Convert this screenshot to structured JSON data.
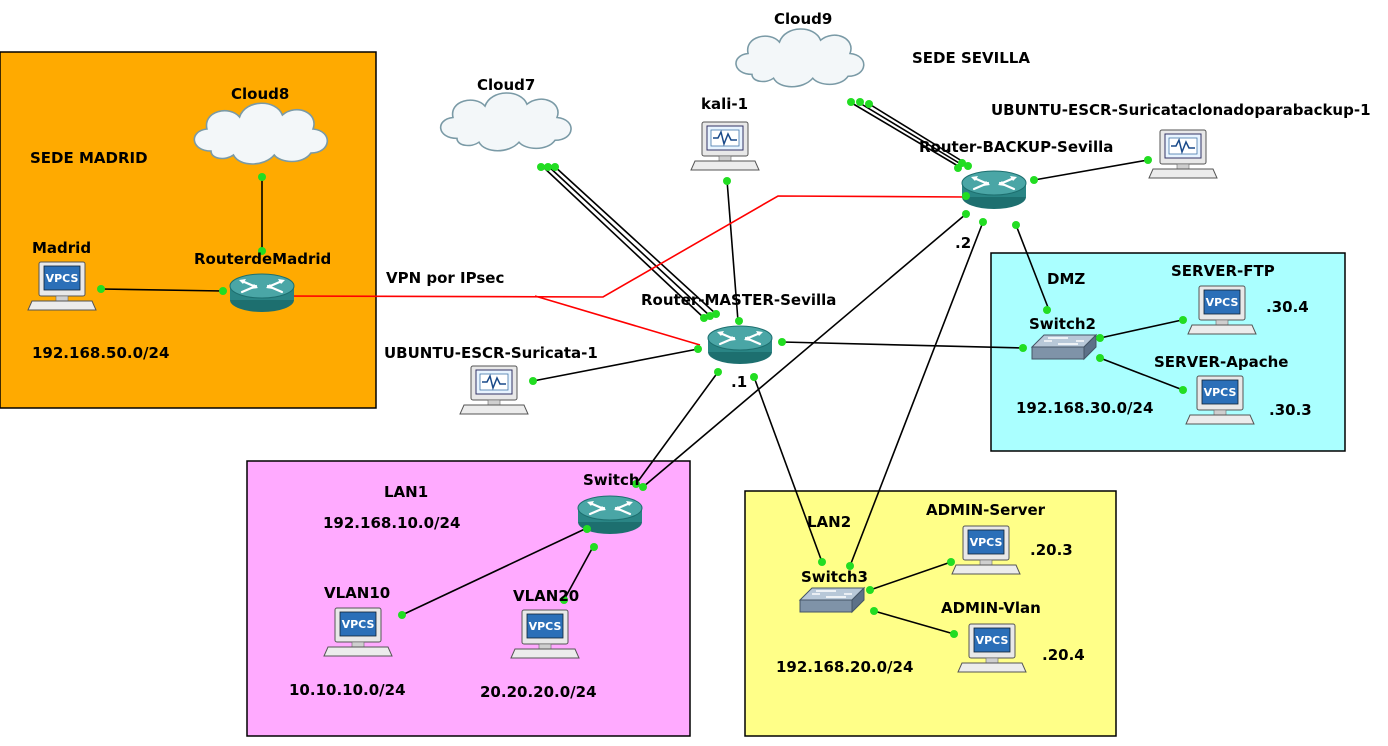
{
  "zones": {
    "madrid": {
      "title": "SEDE MADRID",
      "subnet": "192.168.50.0/24",
      "color": "#ffaa00"
    },
    "dmz": {
      "title": "DMZ",
      "subnet": "192.168.30.0/24",
      "color": "#aaffff"
    },
    "lan1": {
      "title": "LAN1",
      "subnet": "192.168.10.0/24",
      "color": "#ffaaff"
    },
    "lan2": {
      "title": "LAN2",
      "subnet": "192.168.20.0/24",
      "color": "#ffff88"
    }
  },
  "texts": {
    "sede_sevilla": "SEDE SEVILLA",
    "vpn": "VPN por IPsec",
    "master_ip": ".1",
    "backup_ip": ".2",
    "vlan10_net": "10.10.10.0/24",
    "vlan20_net": "20.20.20.0/24",
    "ftp_ip": ".30.4",
    "apache_ip": ".30.3",
    "admin_server_ip": ".20.3",
    "admin_vlan_ip": ".20.4"
  },
  "devices": {
    "cloud8": "Cloud8",
    "cloud7": "Cloud7",
    "cloud9": "Cloud9",
    "madrid_pc": "Madrid",
    "router_madrid": "RouterdeMadrid",
    "kali": "kali-1",
    "router_master": "Router-MASTER-Sevilla",
    "router_backup": "Router-BACKUP-Sevilla",
    "ubuntu_backup": "UBUNTU-ESCR-Suricataclonadoparabackup-1",
    "ubuntu": "UBUNTU-ESCR-Suricata-1",
    "switch2": "Switch2",
    "server_ftp": "SERVER-FTP",
    "server_apache": "SERVER-Apache",
    "switch": "Switch",
    "vlan10": "VLAN10",
    "vlan20": "VLAN20",
    "switch3": "Switch3",
    "admin_server": "ADMIN-Server",
    "admin_vlan": "ADMIN-Vlan"
  },
  "icons": {
    "vpcs_label": "VPCS",
    "pc": "vpcs-pc-icon",
    "router": "router-icon",
    "switch": "ethernet-switch-icon",
    "cloud": "cloud-icon",
    "workstation": "workstation-icon"
  },
  "colors": {
    "link": "#000000",
    "vpn_link": "#ff0000",
    "port": "#22dd22",
    "router_body": "#2e8b8b"
  }
}
